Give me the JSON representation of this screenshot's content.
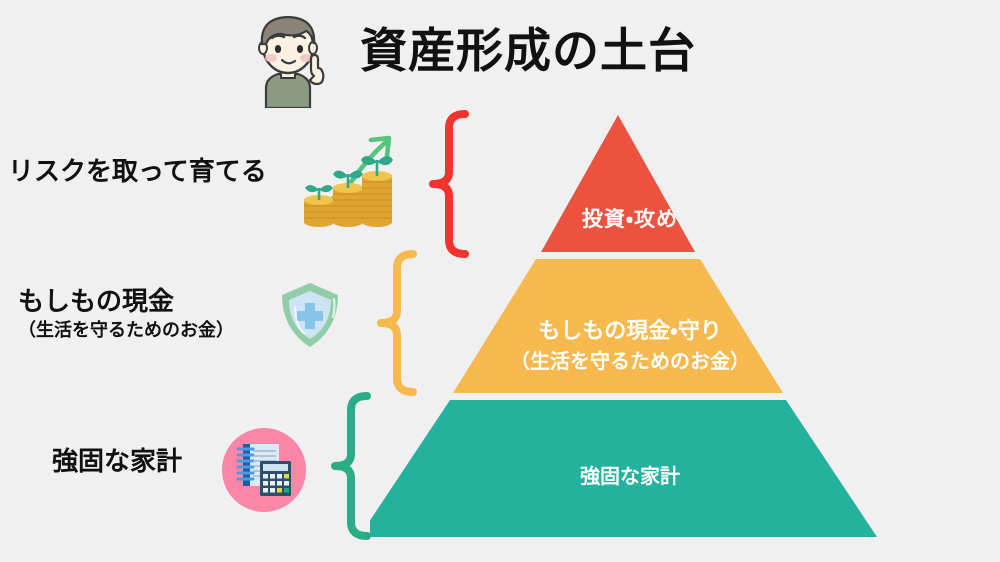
{
  "background_color": "#F0F0F0",
  "header": {
    "title": "資産形成の土台",
    "avatar_icon": "person-pointing-up-icon",
    "title_color": "#111111"
  },
  "left_labels": [
    {
      "id": "grow",
      "main": "リスクを取って育てる",
      "sub": "",
      "icon": "coin-stacks-growth-arrow-icon",
      "brace_icon": "curly-brace-icon",
      "brace_color": "#F5332E"
    },
    {
      "id": "cash",
      "main": "もしもの現金",
      "sub": "（生活を守るためのお金）",
      "icon": "shield-cross-icon",
      "brace_icon": "curly-brace-icon",
      "brace_color": "#F7B94D"
    },
    {
      "id": "household",
      "main": "強固な家計",
      "sub": "",
      "icon": "notebook-calculator-icon",
      "brace_icon": "curly-brace-icon",
      "brace_color": "#2AAD86"
    }
  ],
  "pyramid": {
    "levels": [
      {
        "id": "top",
        "label": "投資・攻め",
        "sublabel": "",
        "color": "#EB5240",
        "text_color": "#FFFFFF"
      },
      {
        "id": "middle",
        "label": "もしもの現金・守り",
        "sublabel": "（生活を守るためのお金）",
        "color": "#F7B94D",
        "text_color": "#FFFFFF"
      },
      {
        "id": "base",
        "label": "強固な家計",
        "sublabel": "",
        "color": "#22B29D",
        "text_color": "#FFFFFF"
      }
    ]
  },
  "colors": {
    "red": "#EB5240",
    "yellow": "#F7B94D",
    "teal": "#22B29D",
    "brace_red": "#F5332E",
    "brace_yellow": "#F7B94D",
    "brace_green": "#2AAD86",
    "pink_circle": "#FC85A8",
    "shield_green": "#91CEA7",
    "shield_blue": "#CFE3F6",
    "cross_blue": "#86C5E8",
    "coin_gold": "#E8B43C",
    "sprout_green": "#2FA98A",
    "arrow_green": "#57C47E"
  }
}
